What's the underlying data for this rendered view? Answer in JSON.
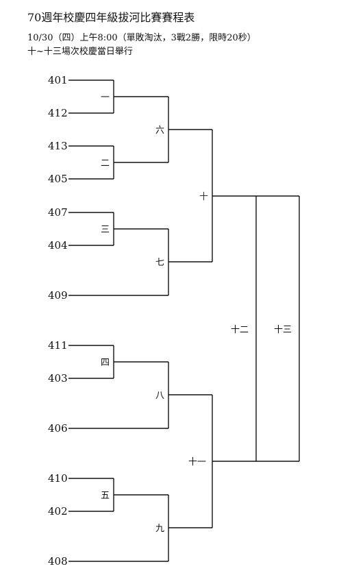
{
  "header": {
    "title": "70週年校慶四年級拔河比賽賽程表",
    "subtitle": "10/30（四）上午8:00（單敗淘汰，3戰2勝，限時20秒）",
    "note": "十~十三場次校慶當日舉行"
  },
  "teams": [
    "401",
    "412",
    "413",
    "405",
    "407",
    "404",
    "409",
    "411",
    "403",
    "406",
    "410",
    "402",
    "408"
  ],
  "matches": [
    "一",
    "二",
    "三",
    "四",
    "五",
    "六",
    "七",
    "八",
    "九",
    "十",
    "十一",
    "十二",
    "十三"
  ],
  "colors": {
    "line": "#111111",
    "accent": "#7a1020"
  }
}
